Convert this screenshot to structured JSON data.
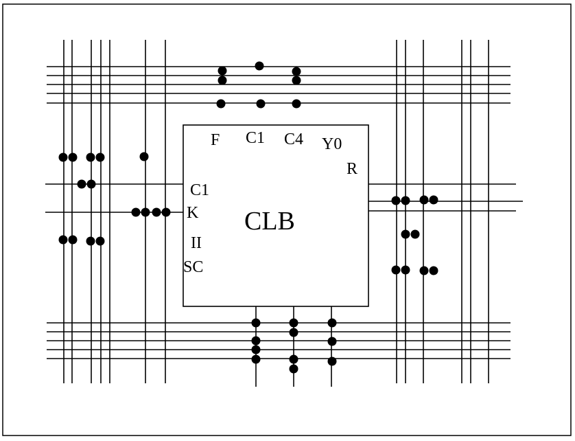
{
  "diagram": {
    "block": {
      "title": "CLB",
      "top_labels": [
        "F",
        "C1",
        "C4",
        "Y0"
      ],
      "right_labels": [
        "R"
      ],
      "left_labels": [
        "C1",
        "K",
        "II",
        "SC"
      ]
    }
  },
  "colors": {
    "line": "#000000",
    "dot": "#000000",
    "background": "#ffffff"
  }
}
